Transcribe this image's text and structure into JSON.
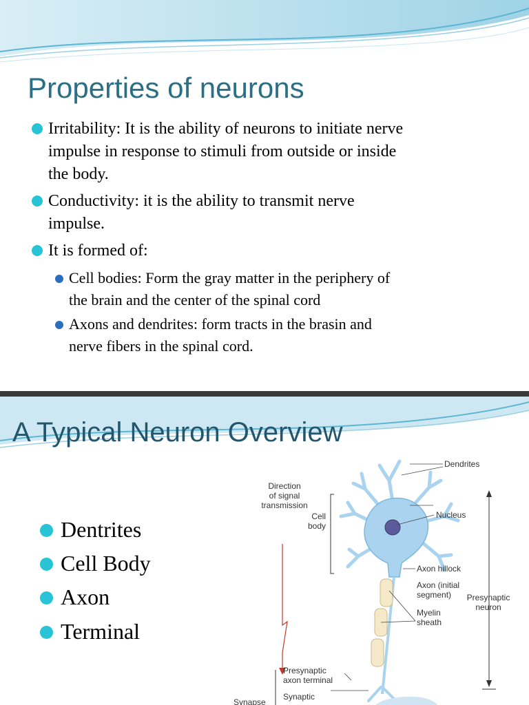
{
  "slide1": {
    "title": "Properties of neurons",
    "bullets": [
      {
        "lines": [
          "Irritability: It is the ability of neurons to initiate nerve",
          "impulse in response to stimuli from outside or inside",
          "the body."
        ]
      },
      {
        "lines": [
          "Conductivity: it is the ability to transmit nerve",
          "impulse."
        ]
      },
      {
        "lines": [
          "It is formed of:"
        ]
      }
    ],
    "subbullets": [
      {
        "lines": [
          "Cell bodies: Form the gray matter in the periphery of",
          "the brain and the center of the spinal cord"
        ]
      },
      {
        "lines": [
          "Axons and dendrites: form tracts in the brasin and",
          "nerve fibers in the spinal cord."
        ]
      }
    ]
  },
  "slide2": {
    "title": "A Typical Neuron Overview",
    "bullets": [
      "Dentrites",
      "Cell Body",
      "Axon",
      "Terminal"
    ],
    "diagram": {
      "direction": [
        "Direction",
        "of signal",
        "transmission"
      ],
      "cell_body": [
        "Cell",
        "body"
      ],
      "dendrites": "Dendrites",
      "nucleus": "Nucleus",
      "axon_hillock": "Axon hillock",
      "axon_initial": [
        "Axon (initial",
        "segment)"
      ],
      "myelin": [
        "Myelin",
        "sheath"
      ],
      "presynaptic_neuron": [
        "Presynaptic",
        "neuron"
      ],
      "axon_terminal": [
        "Presynaptic",
        "axon terminal"
      ],
      "synapse": "Synapse",
      "synaptic": "Synaptic"
    }
  },
  "colors": {
    "title": "#2a6f86",
    "bullet": "#28c4d6",
    "subbullet": "#2a6dbd",
    "neuron": "#a9d3ee"
  }
}
